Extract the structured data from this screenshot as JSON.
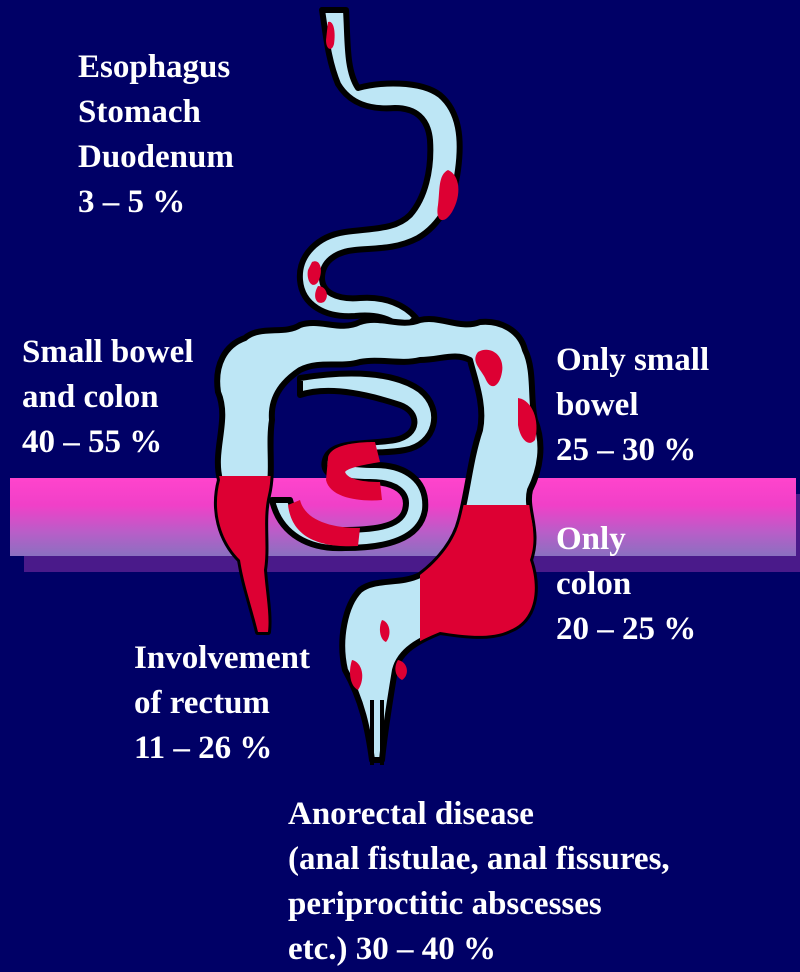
{
  "colors": {
    "background": "#000066",
    "organ": "#bde6f5",
    "outline": "#000000",
    "lesion": "#dd0033",
    "band_top": "#ff44cc",
    "band_bottom": "#8a70c0",
    "text": "#ffffff"
  },
  "labels": {
    "upper_gi": [
      "Esophagus",
      "Stomach",
      "Duodenum",
      "3 – 5 %"
    ],
    "small_bowel_and_colon": [
      "Small bowel",
      "and colon",
      "40 – 55 %"
    ],
    "only_small_bowel": [
      "Only small",
      "bowel",
      "25 – 30 %"
    ],
    "only_colon": [
      "Only",
      "colon",
      "20 – 25 %"
    ],
    "rectum": [
      "Involvement",
      "of rectum",
      "11 – 26 %"
    ],
    "anorectal": [
      "Anorectal disease",
      "(anal fistulae, anal fissures,",
      "periproctitic abscesses",
      "etc.) 30 – 40 %"
    ]
  }
}
